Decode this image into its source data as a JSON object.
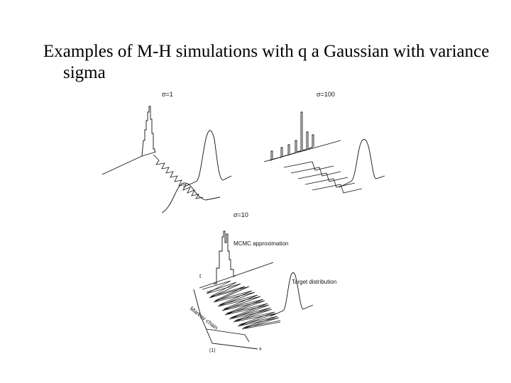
{
  "slide": {
    "title": "Examples of M-H simulations with q a Gaussian with variance sigma"
  },
  "figure": {
    "panels": [
      {
        "id": "left",
        "sigma_label": "σ=1"
      },
      {
        "id": "right",
        "sigma_label": "σ=100"
      },
      {
        "id": "bottom",
        "sigma_label": "σ=10"
      }
    ],
    "annotations": {
      "mcmc_approximation": "MCMC approximation",
      "target_distribution": "Target distribution",
      "markov_chain": "Markov chain",
      "t_axis": "t",
      "x_axis": "x",
      "origin_tick": "(1)"
    }
  },
  "colors": {
    "ink": "#111111",
    "background": "#ffffff"
  }
}
